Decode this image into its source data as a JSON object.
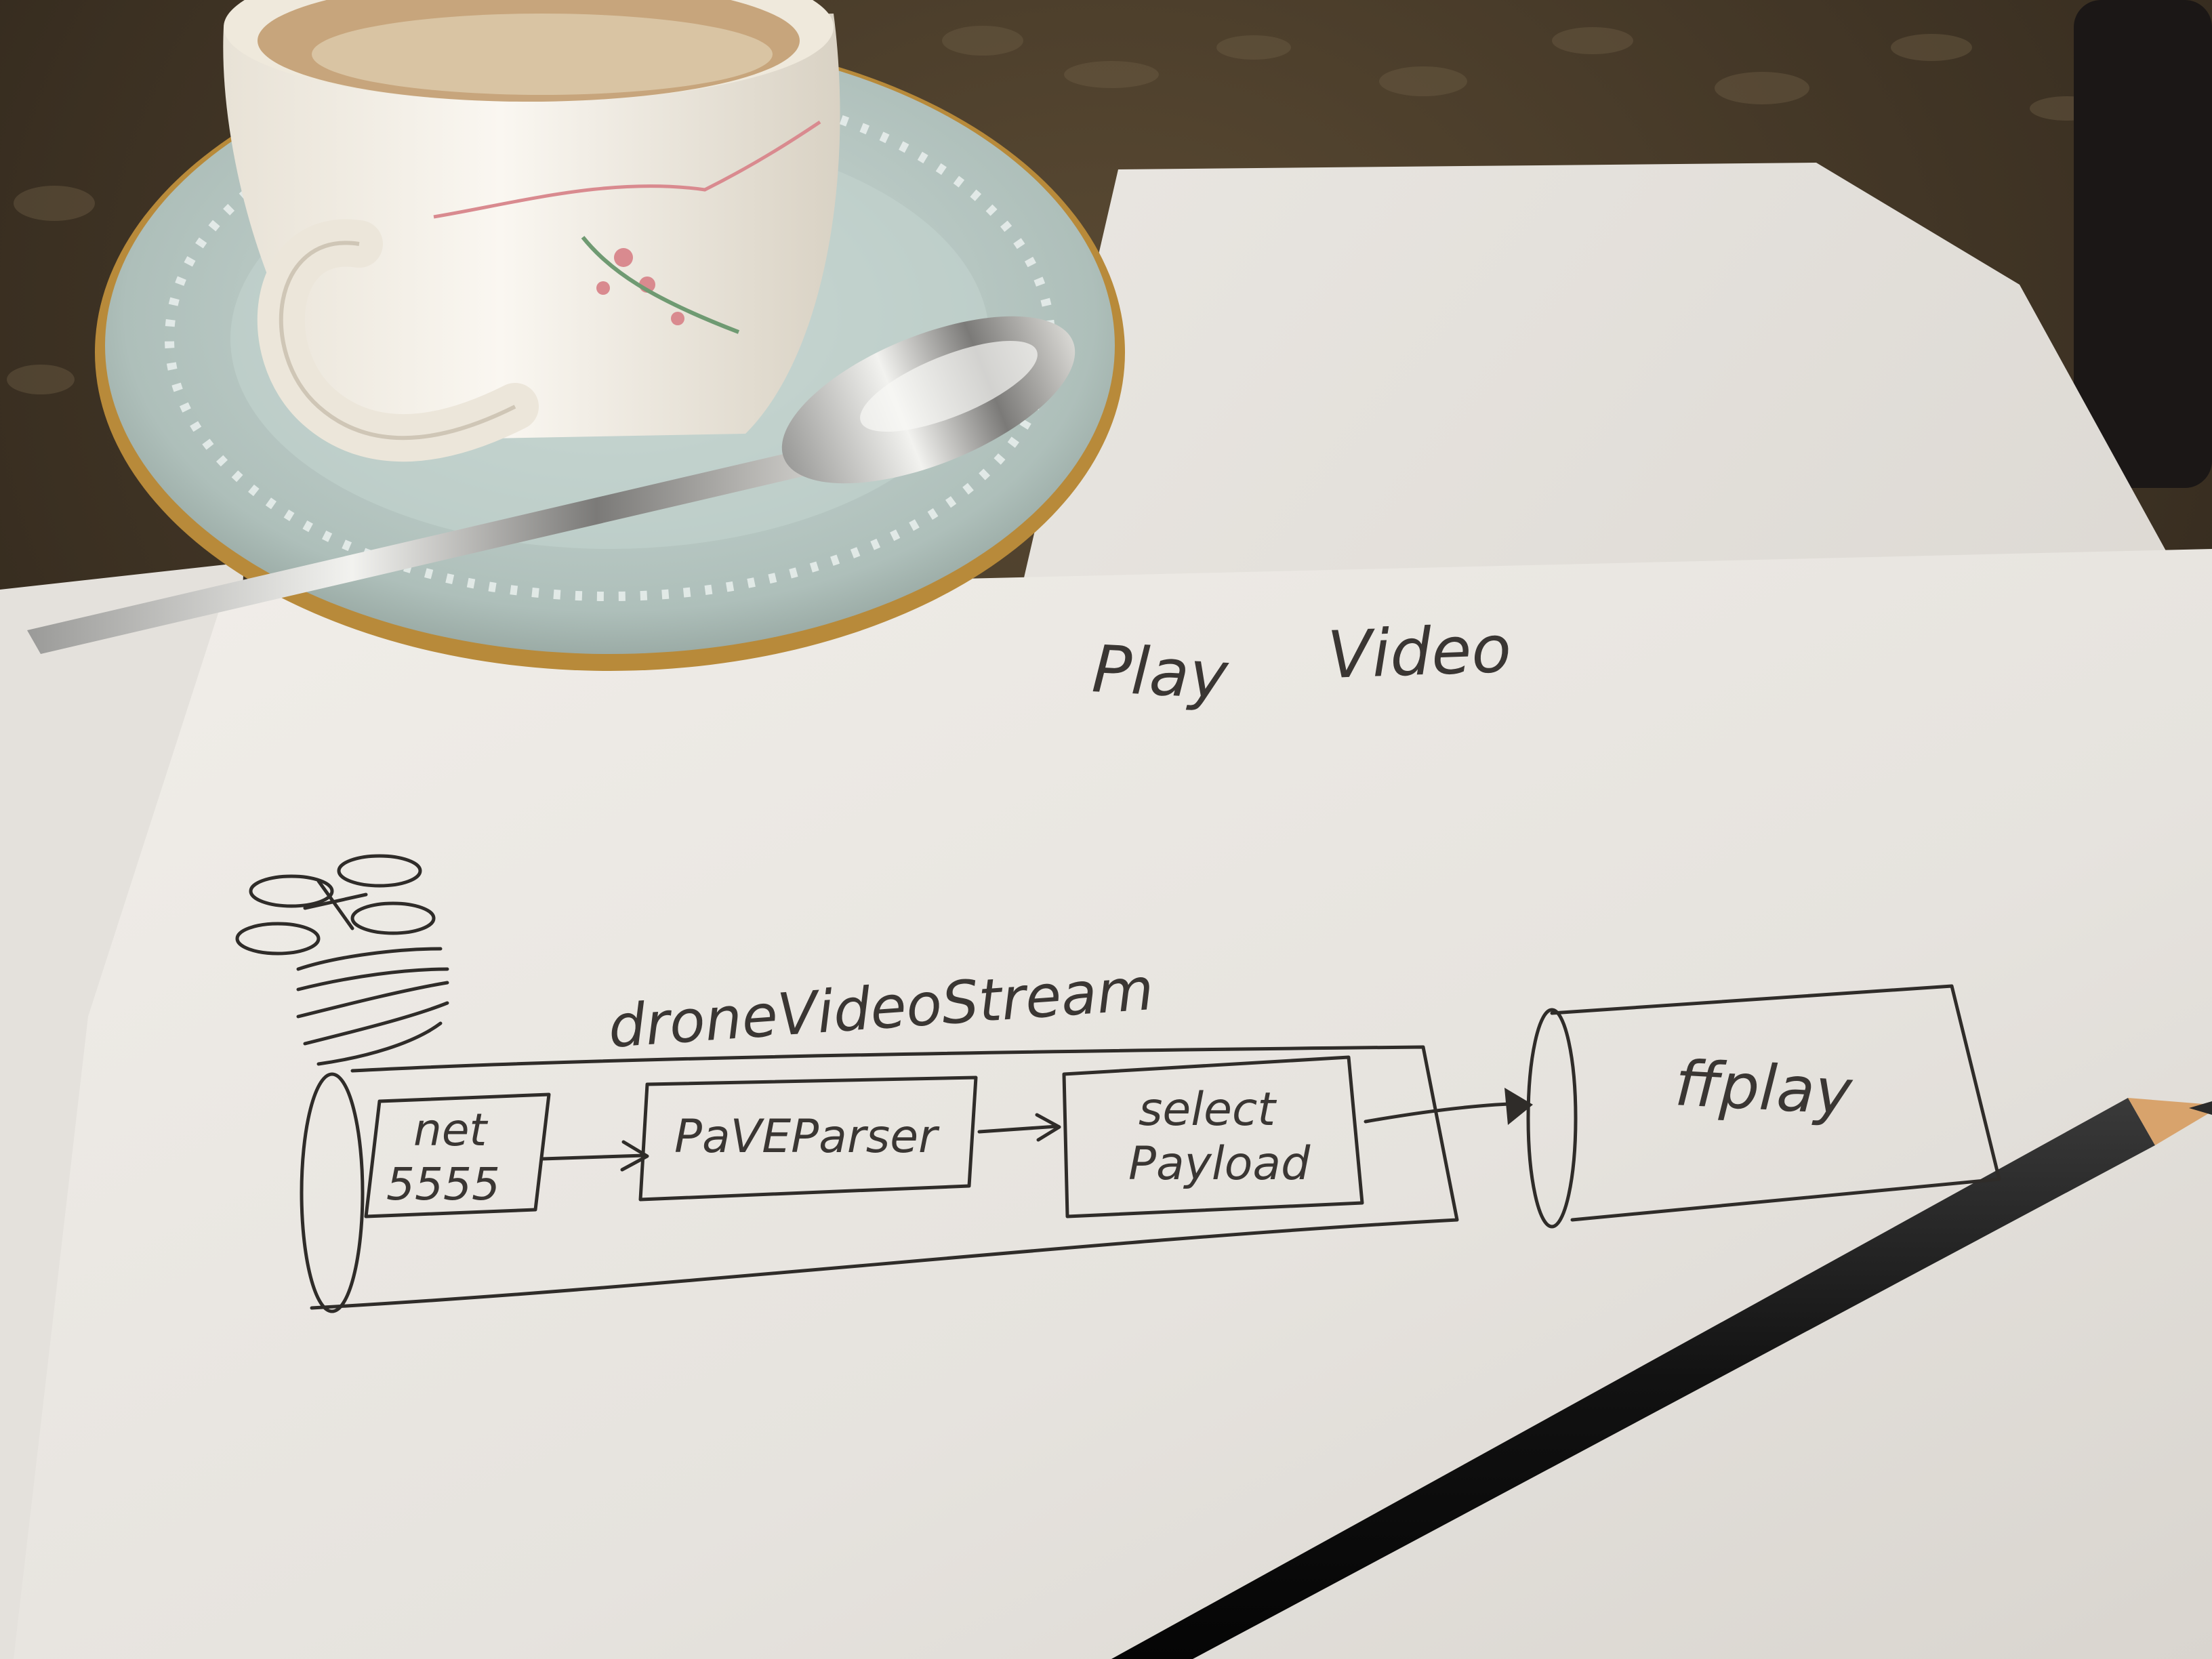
{
  "sketch": {
    "title_word1": "Play",
    "title_word2": "Video",
    "container_label": "droneVideoStream",
    "box_net_line1": "net",
    "box_net_line2": "5555",
    "box_parser": "PaVEParser",
    "box_select_line1": "select",
    "box_select_line2": "Payload",
    "box_ffplay": "ffplay"
  },
  "colors": {
    "tablecloth": "#3a2f22",
    "paper": "#ece9e4",
    "pencil_ink": "#2f2c29",
    "saucer": "#b9cbc6",
    "cup": "#f3efe6"
  }
}
